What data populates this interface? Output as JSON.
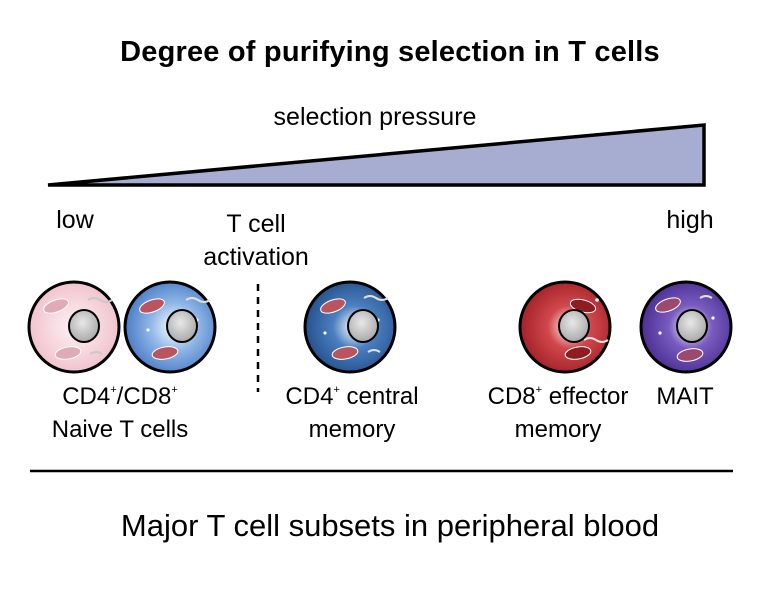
{
  "title": "Degree of purifying selection in T cells",
  "gradient_label": "selection pressure",
  "scale": {
    "low": "low",
    "high": "high"
  },
  "activation": {
    "line1": "T cell",
    "line2": "activation"
  },
  "cells": [
    {
      "id": "naive-cd4",
      "color": "#f3c9d2",
      "mito_color": "#d9a3b0"
    },
    {
      "id": "naive-cd8",
      "color": "#5a8fd4",
      "mito_color": "#b8555f"
    },
    {
      "id": "cd4-central-memory",
      "color": "#2f5d9c",
      "mito_color": "#b8555f"
    },
    {
      "id": "cd8-effector-memory",
      "color": "#b8262c",
      "mito_color": "#8e1d22"
    },
    {
      "id": "mait",
      "color": "#5b3ea1",
      "mito_color": "#9b4a6e"
    }
  ],
  "labels": {
    "naive": {
      "line1_a": "CD4",
      "sup1": "+",
      "line1_b": "/CD8",
      "sup2": "+",
      "line2": "Naive T cells"
    },
    "cd4cm": {
      "line1_a": "CD4",
      "sup1": "+",
      "line1_b": " central",
      "line2": "memory"
    },
    "cd8em": {
      "line1_a": "CD8",
      "sup1": "+",
      "line1_b": " effector",
      "line2": "memory"
    },
    "mait": {
      "line1": "MAIT"
    }
  },
  "footer": "Major T cell subsets in peripheral blood",
  "colors": {
    "wedge_fill": "#a7add0",
    "wedge_stroke": "#000000"
  }
}
